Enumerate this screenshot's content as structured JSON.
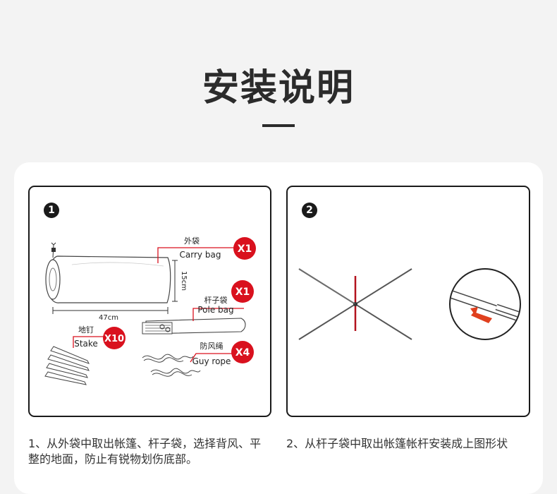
{
  "page": {
    "title": "安装说明"
  },
  "step1": {
    "number": "1",
    "carry_bag": {
      "cn": "外袋",
      "en": "Carry bag",
      "qty": "X1"
    },
    "pole_bag": {
      "cn": "杆子袋",
      "en": "Pole bag",
      "qty": "X1"
    },
    "stake": {
      "cn": "地钉",
      "en": "Stake",
      "qty": "X10"
    },
    "guy_rope": {
      "cn": "防风绳",
      "en": "Guy rope",
      "qty": "X4"
    },
    "dim_length": "47cm",
    "dim_height": "15cm",
    "caption": "1、从外袋中取出帐篷、杆子袋，选择背风、平整的地面，防止有锐物划伤底部。"
  },
  "step2": {
    "number": "2",
    "caption": "2、从杆子袋中取出帐篷帐杆安装成上图形状"
  },
  "colors": {
    "accent": "#d9111e",
    "text_dark": "#2b2b2b",
    "background": "#f3f3f3"
  }
}
